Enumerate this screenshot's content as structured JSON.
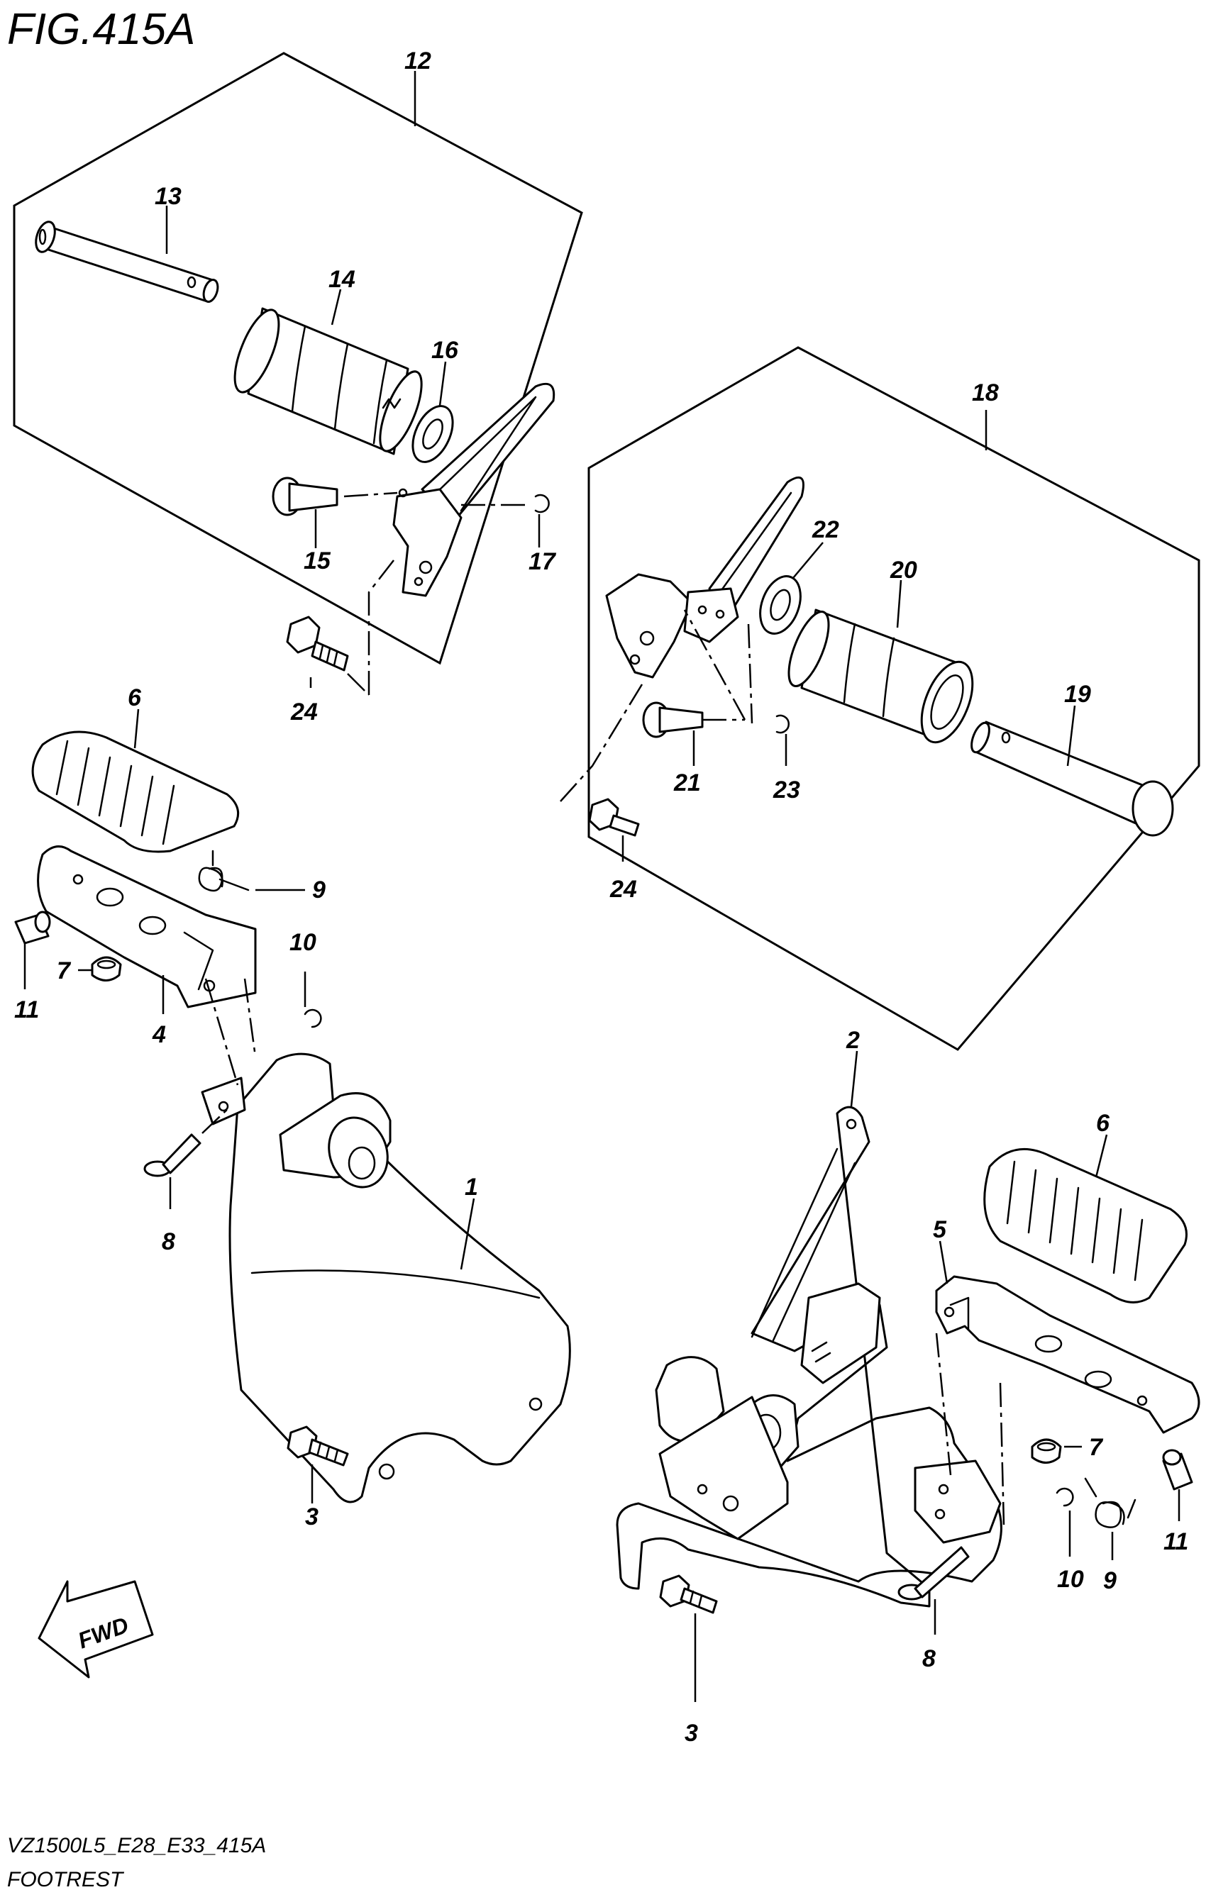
{
  "figure": {
    "title": "FIG.415A",
    "model_code": "VZ1500L5_E28_E33_415A",
    "name": "FOOTREST",
    "fwd_label": "FWD"
  },
  "callouts": {
    "c1": "1",
    "c2": "2",
    "c3a": "3",
    "c3b": "3",
    "c4": "4",
    "c5": "5",
    "c6a": "6",
    "c6b": "6",
    "c7a": "7",
    "c7b": "7",
    "c8a": "8",
    "c8b": "8",
    "c9a": "9",
    "c9b": "9",
    "c10a": "10",
    "c10b": "10",
    "c11a": "11",
    "c11b": "11",
    "c12": "12",
    "c13": "13",
    "c14": "14",
    "c15": "15",
    "c16": "16",
    "c17": "17",
    "c18": "18",
    "c19": "19",
    "c20": "20",
    "c21": "21",
    "c22": "22",
    "c23": "23",
    "c24a": "24",
    "c24b": "24"
  }
}
